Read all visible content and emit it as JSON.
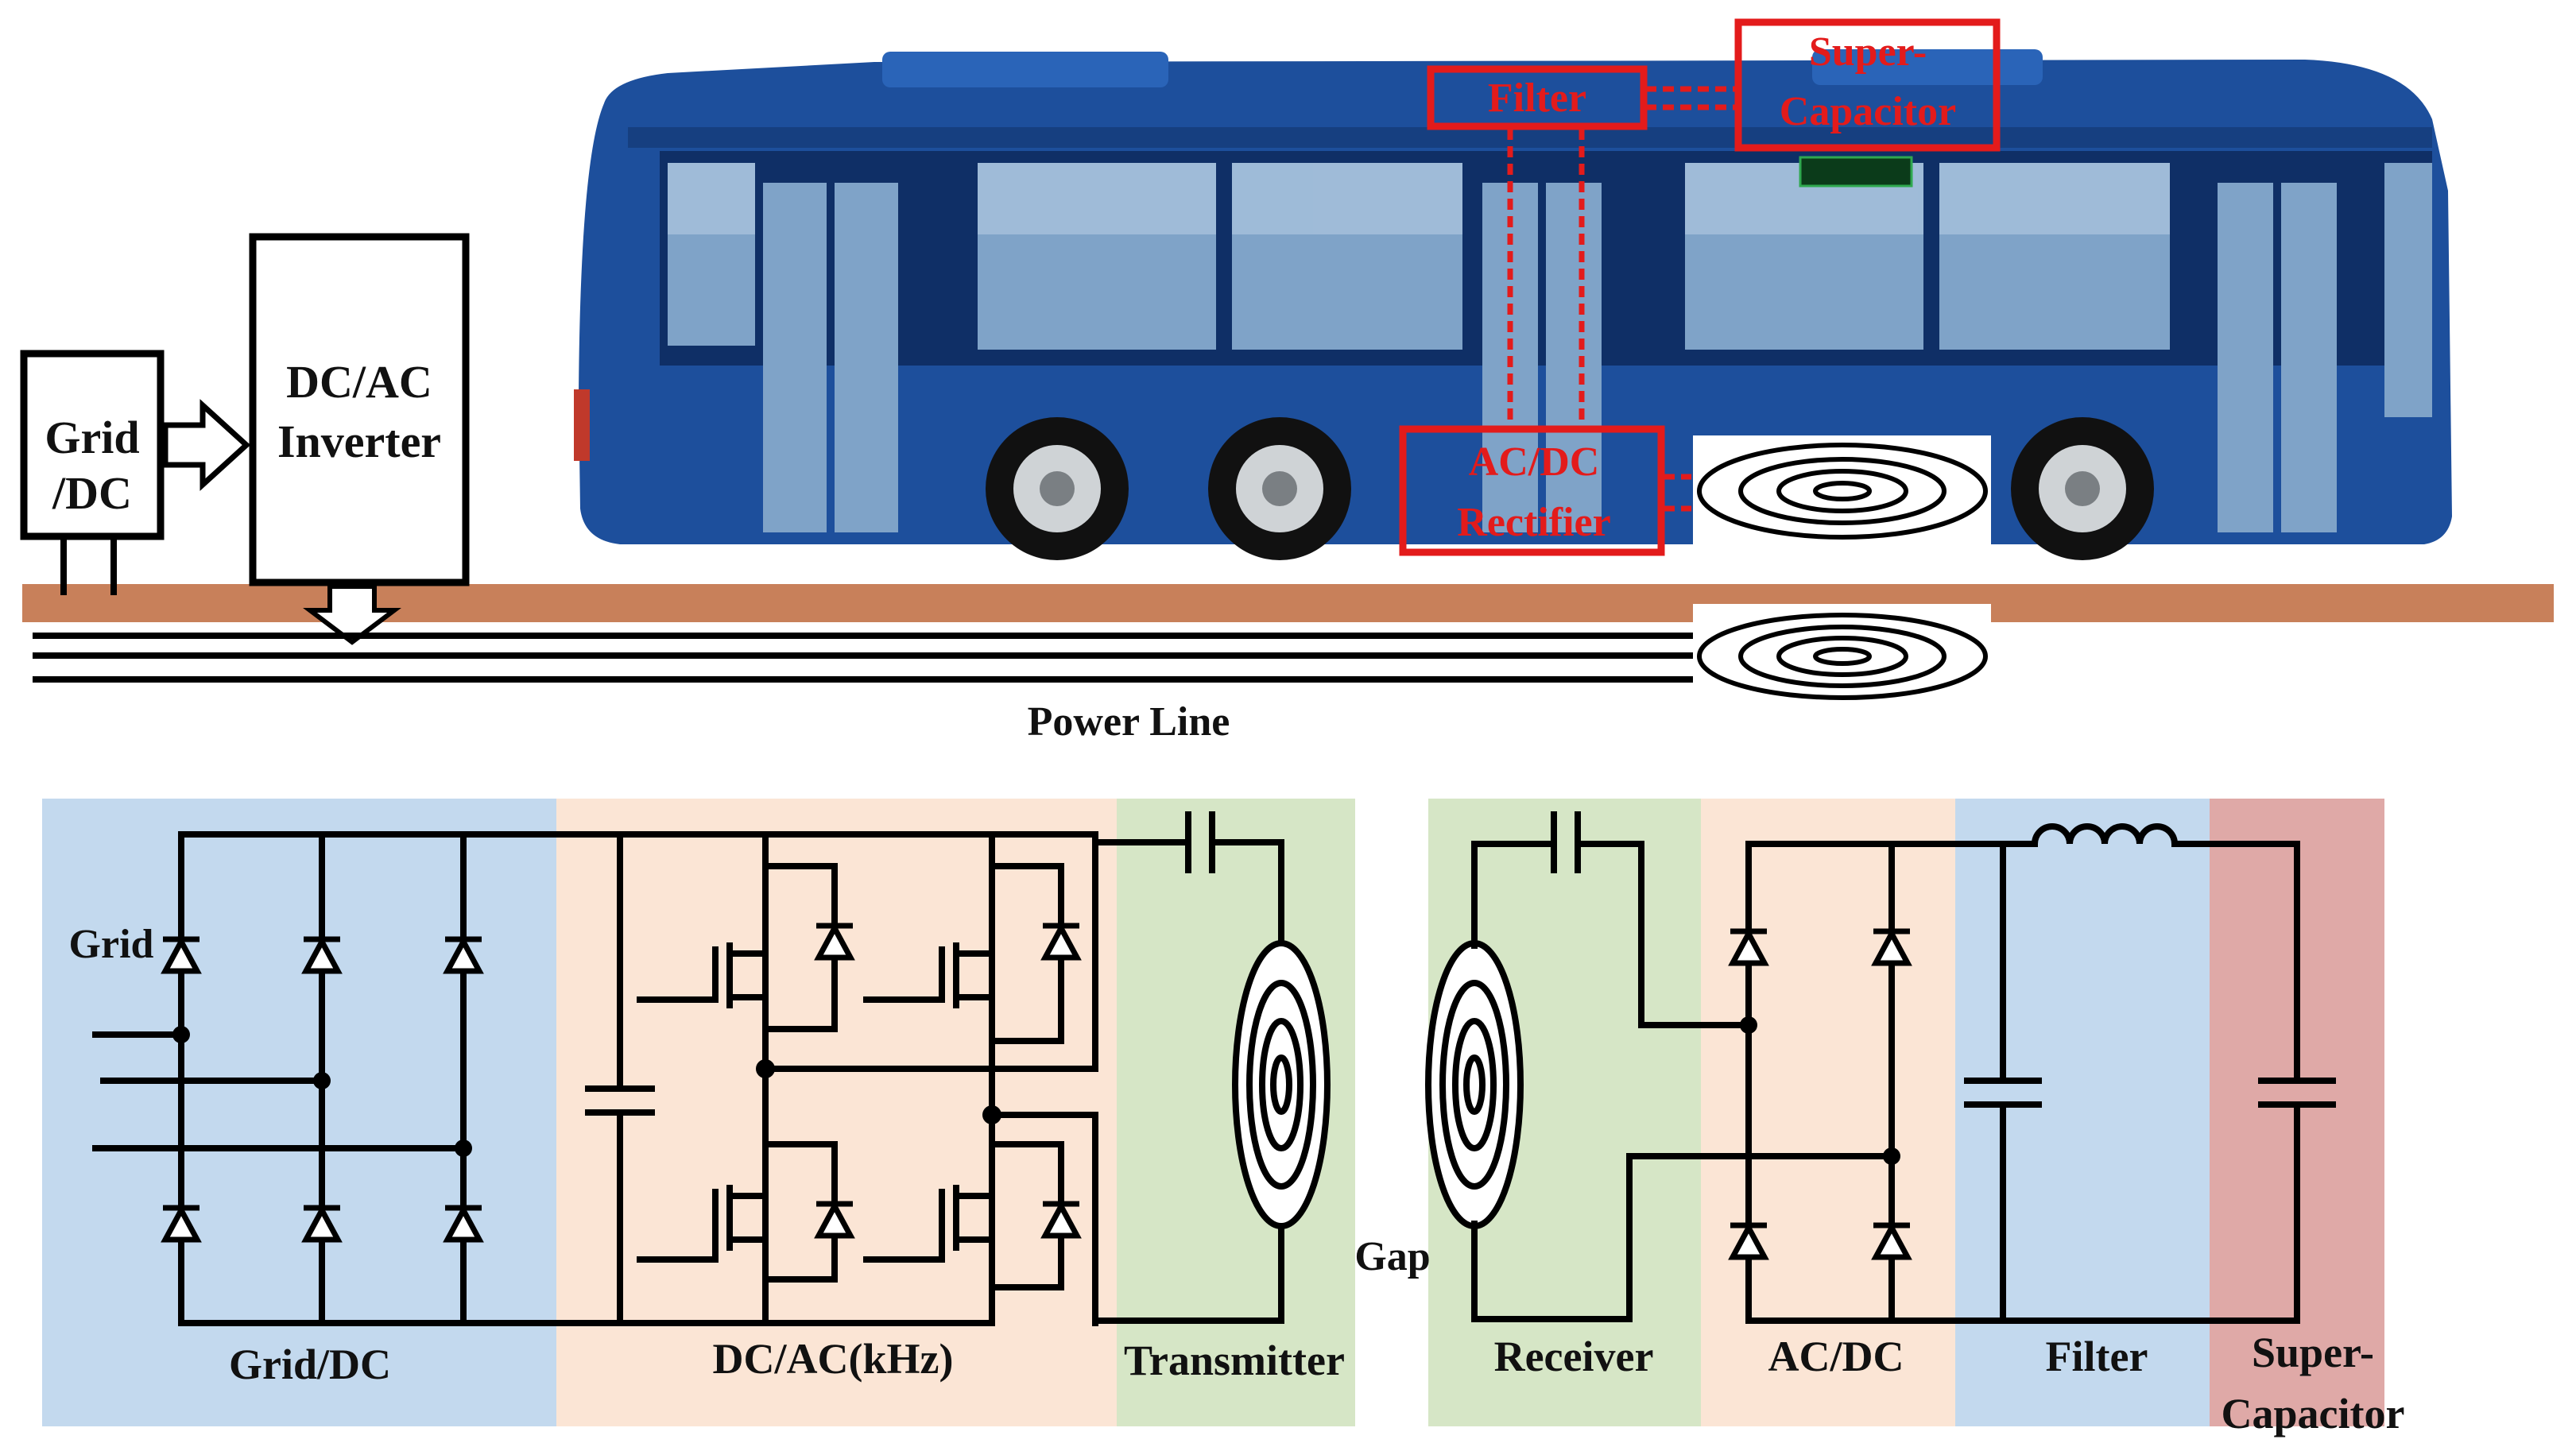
{
  "top": {
    "grid_box": {
      "line1": "Grid",
      "line2": "/DC"
    },
    "inverter_box": {
      "line1": "DC/AC",
      "line2": "Inverter"
    },
    "filter_box": "Filter",
    "supercap_box": {
      "line1": "Super-",
      "line2": "Capacitor"
    },
    "rectifier_box": {
      "line1": "AC/DC",
      "line2": "Rectifier"
    },
    "bus_display": "",
    "power_line_label": "Power Line"
  },
  "bottom": {
    "grid_input_label": "Grid",
    "gap_label": "Gap",
    "sections": [
      {
        "id": "grid-dc",
        "label": "Grid/DC",
        "color": "#c3d9ee"
      },
      {
        "id": "dc-ac",
        "label": "DC/AC(kHz)",
        "color": "#fbe5d5"
      },
      {
        "id": "transmitter",
        "label": "Transmitter",
        "color": "#d6e6c6"
      },
      {
        "id": "receiver",
        "label": "Receiver",
        "color": "#d6e6c6"
      },
      {
        "id": "ac-dc",
        "label": "AC/DC",
        "color": "#fbe5d5"
      },
      {
        "id": "filter",
        "label": "Filter",
        "color": "#c3d9ee"
      },
      {
        "id": "supercap",
        "label_line1": "Super-",
        "label_line2": "Capacitor",
        "color": "#dfa9a7"
      }
    ]
  },
  "colors": {
    "bus_body": "#1d4f9c",
    "bus_dark": "#0f2f66",
    "road": "#c8805a",
    "highlight_red": "#e31b1b"
  }
}
